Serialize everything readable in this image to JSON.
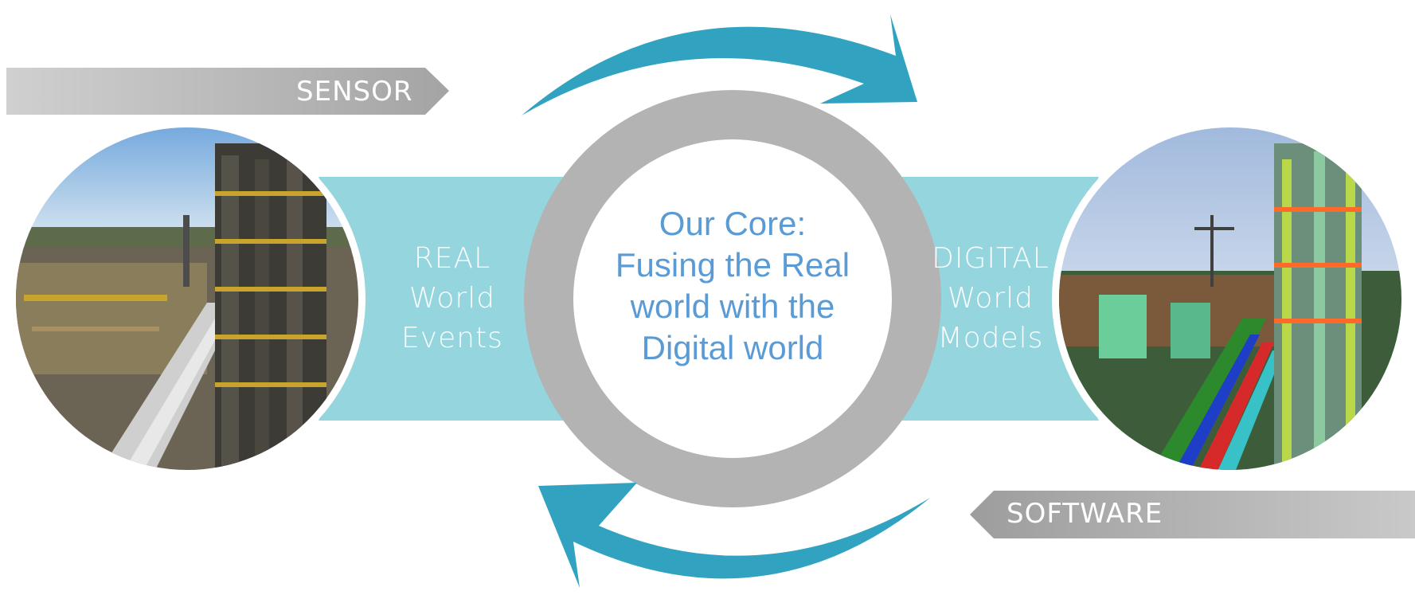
{
  "sensor_label": "SENSOR",
  "software_label": "SOFTWARE",
  "core": {
    "line1": "Our Core:",
    "line2": "Fusing the Real",
    "line3": "world with the",
    "line4": "Digital world"
  },
  "left_band": {
    "line1": "REAL",
    "line2": "World",
    "line3": "Events"
  },
  "right_band": {
    "line1": "DIGITAL",
    "line2": "World",
    "line3": "Models"
  },
  "left_image": "real refinery photo",
  "right_image": "3D digital plant model",
  "colors": {
    "band": "#95d5de",
    "cycle_arrow": "#31a3c1",
    "ring": "#b0b0b0",
    "label_arrow": "#aaaaaa",
    "core_text": "#5b9bd5"
  }
}
